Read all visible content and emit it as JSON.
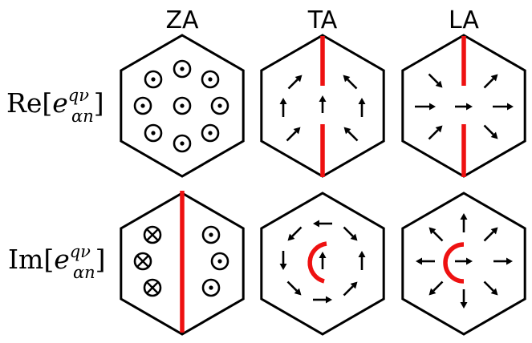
{
  "columns": [
    {
      "title": "ZA"
    },
    {
      "title": "TA"
    },
    {
      "title": "LA"
    }
  ],
  "rows": [
    {
      "prefix": "Re[",
      "base": "e",
      "sup": "qν",
      "sub": "αn",
      "suffix": "]"
    },
    {
      "prefix": "Im[",
      "base": "e",
      "sup": "qν",
      "sub": "αn",
      "suffix": "]"
    }
  ],
  "colors": {
    "outline": "#000000",
    "red_line": "#ee1111",
    "background": "#ffffff"
  },
  "symbols": {
    "out_of_plane": "dot-in-circle-icon",
    "into_plane": "cross-in-circle-icon",
    "in_plane_displacement": "arrow-icon"
  }
}
